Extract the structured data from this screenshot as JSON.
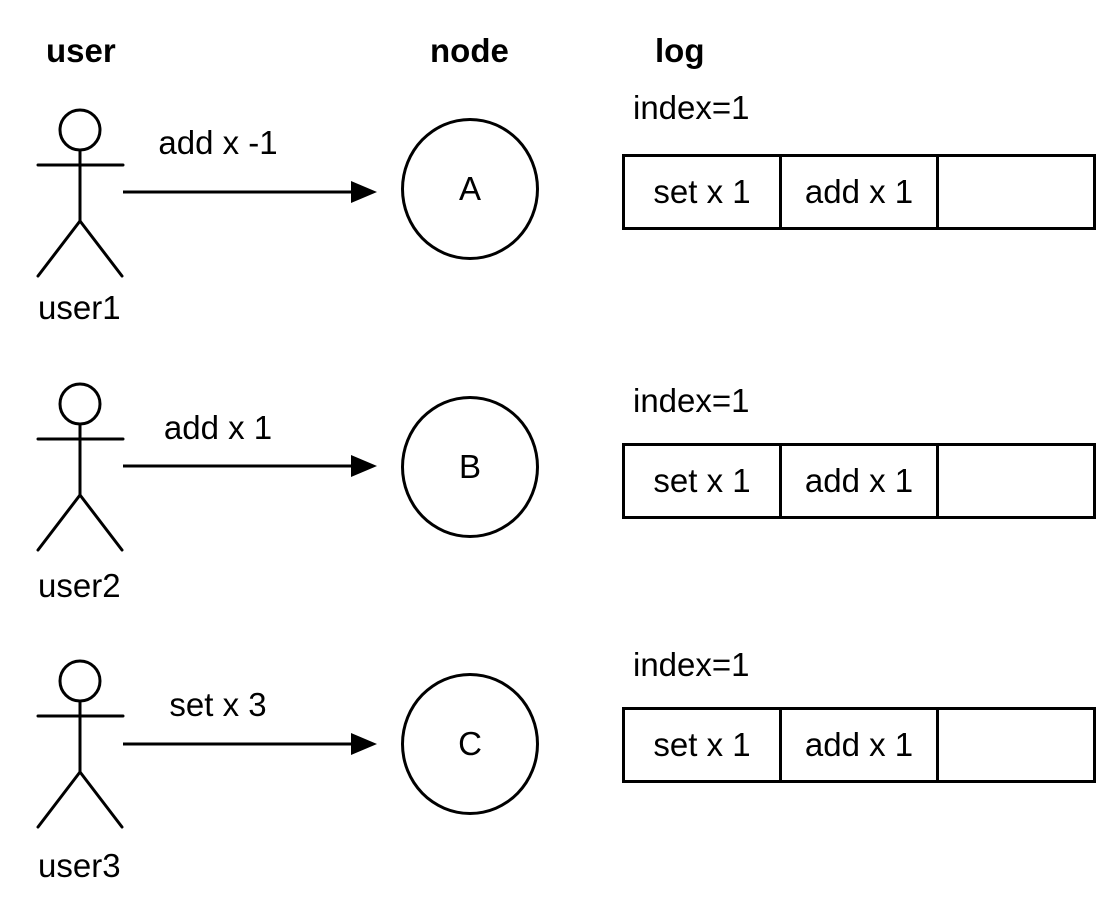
{
  "headers": {
    "user": "user",
    "node": "node",
    "log": "log"
  },
  "colors": {
    "ink": "#000000",
    "background": "#ffffff"
  },
  "icons": {
    "actor": "stick-figure-person",
    "arrow": "right-arrow"
  },
  "rows": [
    {
      "user_label": "user1",
      "command": "add x -1",
      "node": "A",
      "log": {
        "index_label": "index=1",
        "cells": [
          "set x 1",
          "add x 1",
          ""
        ]
      }
    },
    {
      "user_label": "user2",
      "command": "add x 1",
      "node": "B",
      "log": {
        "index_label": "index=1",
        "cells": [
          "set x 1",
          "add x 1",
          ""
        ]
      }
    },
    {
      "user_label": "user3",
      "command": "set x 3",
      "node": "C",
      "log": {
        "index_label": "index=1",
        "cells": [
          "set x 1",
          "add x 1",
          ""
        ]
      }
    }
  ]
}
